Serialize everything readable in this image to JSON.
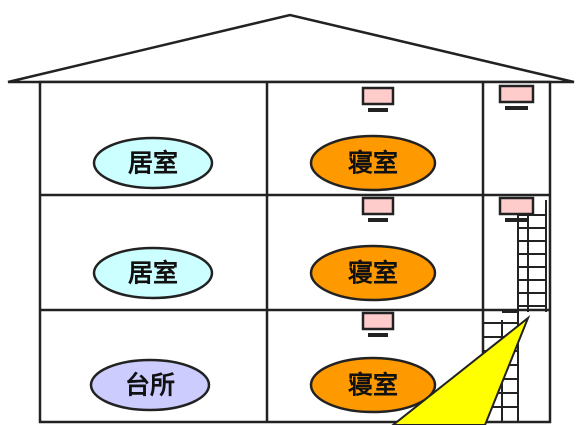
{
  "rooms": [
    {
      "id": "living-3f",
      "label": "居室",
      "fill": "#ccffff"
    },
    {
      "id": "bedroom-3f",
      "label": "寝室",
      "fill": "#ff9900"
    },
    {
      "id": "living-2f",
      "label": "居室",
      "fill": "#ccffff"
    },
    {
      "id": "bedroom-2f",
      "label": "寝室",
      "fill": "#ff9900"
    },
    {
      "id": "kitchen-1f",
      "label": "台所",
      "fill": "#ccccff"
    },
    {
      "id": "bedroom-1f",
      "label": "寝室",
      "fill": "#ff9900"
    }
  ],
  "colors": {
    "outline": "#222222",
    "detector": "#ffcccc",
    "light_beam": "#ffff00",
    "building_fill": "#ffffff"
  },
  "icons": [
    "smoke-detector-icon",
    "staircase-icon",
    "light-beam-icon"
  ]
}
